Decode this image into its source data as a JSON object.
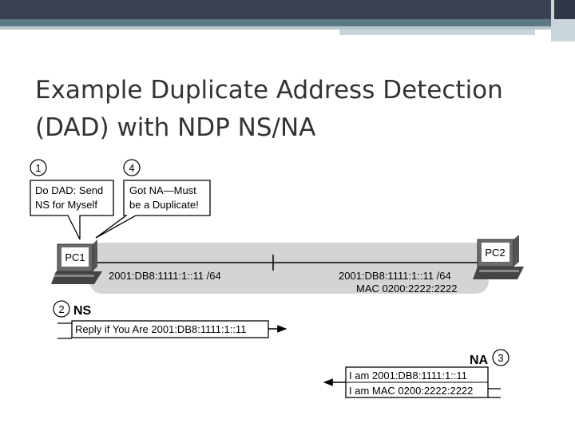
{
  "title": {
    "line1": "Example Duplicate Address Detection",
    "line2": "(DAD) with NDP NS/NA"
  },
  "diagram": {
    "step1": {
      "number": "1",
      "text_line1": "Do DAD: Send",
      "text_line2": "NS for Myself"
    },
    "step4": {
      "number": "4",
      "text_line1": "Got NA—Must",
      "text_line2": "be a Duplicate!"
    },
    "pc1": {
      "label": "PC1",
      "address": "2001:DB8:1111:1::11 /64"
    },
    "pc2": {
      "label": "PC2",
      "address": "2001:DB8:1111:1::11 /64",
      "mac": "MAC 0200:2222:2222"
    },
    "ns": {
      "number": "2",
      "label": "NS",
      "message": "Reply if You Are 2001:DB8:1111:1::11"
    },
    "na": {
      "number": "3",
      "label": "NA",
      "line1": "I am 2001:DB8:1111:1::11",
      "line2": "I am MAC 0200:2222:2222"
    }
  }
}
